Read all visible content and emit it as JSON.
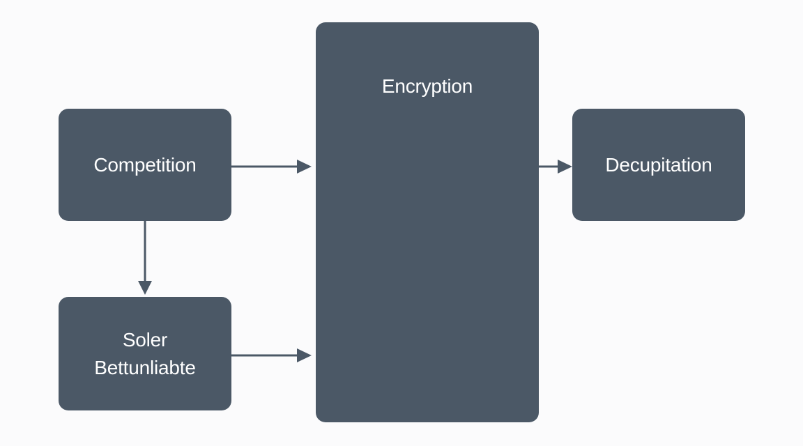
{
  "diagram": {
    "nodes": {
      "competition": {
        "label": "Competition"
      },
      "soler": {
        "label_line1": "Soler",
        "label_line2": "Bettunliabte"
      },
      "encryption": {
        "label": "Encryption"
      },
      "decupitation": {
        "label": "Decupitation"
      }
    },
    "edges": [
      {
        "from": "Competition",
        "to": "Encryption"
      },
      {
        "from": "Competition",
        "to": "Soler Bettunliabte"
      },
      {
        "from": "Soler Bettunliabte",
        "to": "Encryption"
      },
      {
        "from": "Encryption",
        "to": "Decupitation"
      }
    ],
    "colors": {
      "node_fill": "#4b5866",
      "node_text": "#ffffff",
      "arrow": "#4b5866",
      "background": "#fbfbfc"
    }
  }
}
